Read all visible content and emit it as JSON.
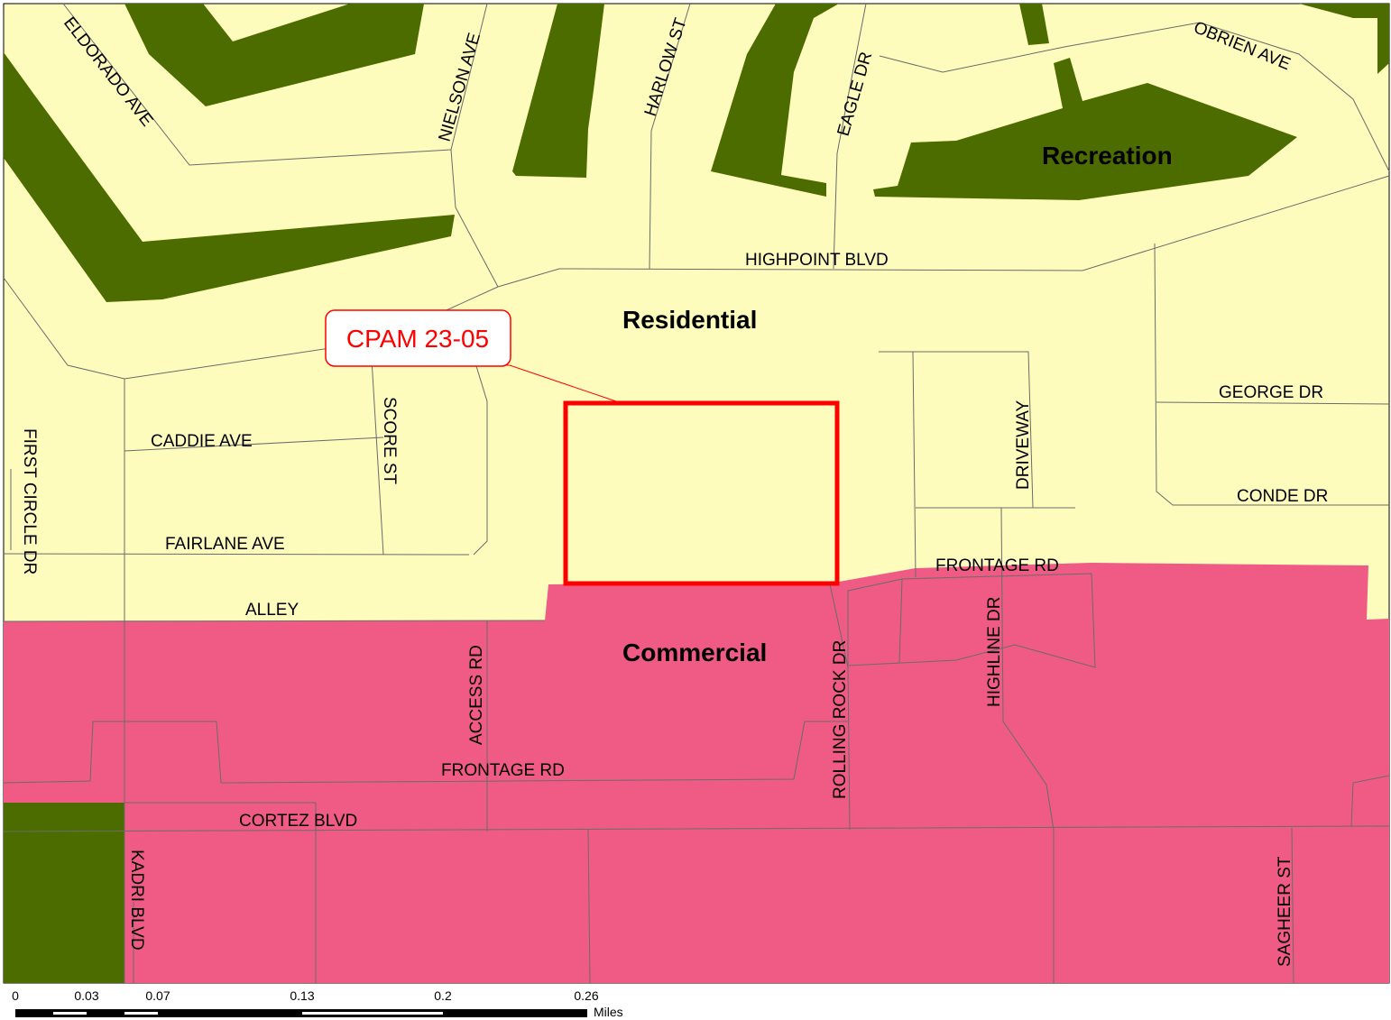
{
  "colors": {
    "residential": "#fdfcbd",
    "commercial": "#ef5b85",
    "recreation": "#4d6c00",
    "highlight": "#ff0000"
  },
  "zones": {
    "residential": "Residential",
    "commercial": "Commercial",
    "recreation": "Recreation"
  },
  "callout": {
    "label": "CPAM 23-05"
  },
  "streets": {
    "eldorado": "ELDORADO AVE",
    "nielson": "NIELSON AVE",
    "harlow": "HARLOW ST",
    "eagle": "EAGLE DR",
    "obrien": "OBRIEN AVE",
    "highpoint": "HIGHPOINT BLVD",
    "george": "GEORGE DR",
    "conde": "CONDE DR",
    "driveway": "DRIVEWAY",
    "caddie": "CADDIE AVE",
    "score": "SCORE ST",
    "first_circle": "FIRST CIRCLE DR",
    "fairlane": "FAIRLANE AVE",
    "alley": "ALLEY",
    "frontage_upper": "FRONTAGE RD",
    "frontage_lower": "FRONTAGE RD",
    "highline": "HIGHLINE DR",
    "rolling_rock": "ROLLING ROCK DR",
    "access": "ACCESS RD",
    "cortez": "CORTEZ BLVD",
    "kadri": "KADRI BLVD",
    "sagheer": "SAGHEER ST"
  },
  "scale_bar": {
    "ticks": [
      "0",
      "0.03",
      "0.07",
      "0.13",
      "0.2",
      "0.26"
    ],
    "unit": "Miles"
  }
}
